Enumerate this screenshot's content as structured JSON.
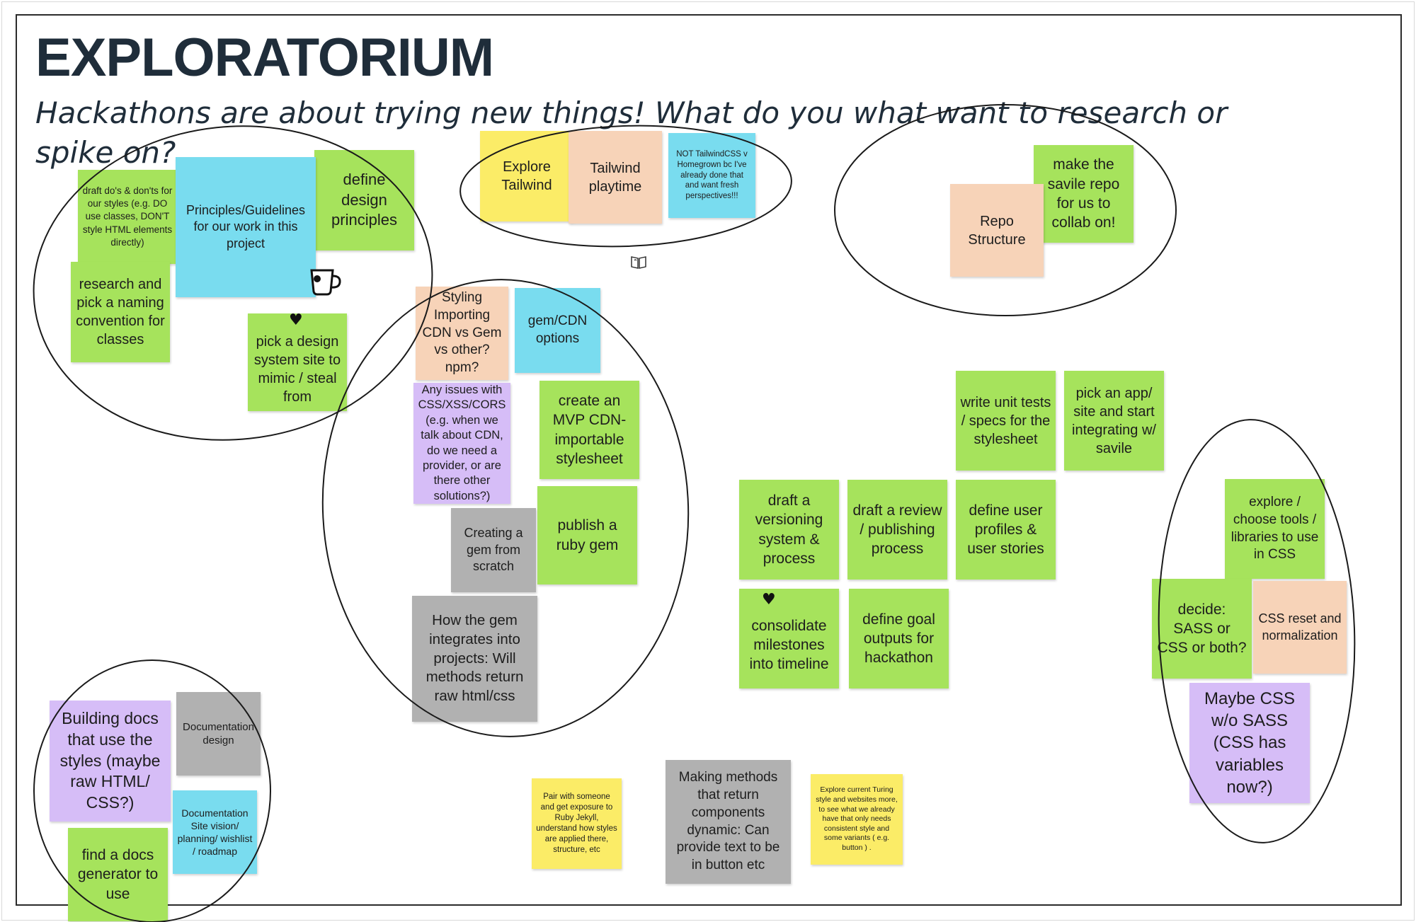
{
  "board": {
    "title": "EXPLORATORIUM",
    "subtitle": "Hackathons are about trying new things! What do you what want to research or spike on?"
  },
  "notes": {
    "draft_dos_donts": "draft do's & don'ts for our styles (e.g. DO use classes, DON'T style HTML elements directly)",
    "principles_guidelines": "Principles/Guidelines for our work in this project",
    "define_design_principles": "define design principles",
    "research_naming": "research and pick a naming convention for classes",
    "pick_design_system": "pick a design system site to mimic / steal from",
    "explore_tailwind": "Explore Tailwind",
    "tailwind_playtime": "Tailwind playtime",
    "not_tailwind": "NOT TailwindCSS v Homegrown bc I've already done that and want fresh perspectives!!!",
    "make_savile_repo": "make the savile repo for us to collab on!",
    "repo_structure": "Repo Structure",
    "styling_importing": "Styling Importing CDN vs Gem vs other? npm?",
    "gem_cdn_options": "gem/CDN options",
    "css_xss_cors": "Any issues with CSS/XSS/CORS (e.g. when we talk about CDN, do we need a provider, or are there other solutions?)",
    "mvp_cdn": "create an MVP CDN-importable stylesheet",
    "creating_gem": "Creating a gem from scratch",
    "publish_gem": "publish a ruby gem",
    "gem_integrates": "How the gem integrates into projects: Will methods return raw html/css",
    "write_unit_tests": "write unit tests / specs for the stylesheet",
    "pick_app_site": "pick an app/ site and start integrating w/ savile",
    "draft_versioning": "draft a versioning system & process",
    "draft_review": "draft a review / publishing process",
    "define_user_profiles": "define user profiles & user stories",
    "consolidate_milestones": "consolidate milestones into timeline",
    "define_goal_outputs": "define goal outputs for hackathon",
    "explore_choose_tools": "explore / choose tools / libraries to use in CSS",
    "decide_sass": "decide: SASS or CSS or both?",
    "css_reset": "CSS reset and normalization",
    "maybe_css": "Maybe CSS w/o SASS (CSS has variables now?)",
    "building_docs": "Building docs that use the styles (maybe raw HTML/ CSS?)",
    "documentation_design": "Documentation design",
    "documentation_site": "Documentation Site vision/ planning/ wishlist / roadmap",
    "find_docs_generator": "find a docs generator to use",
    "pair_with_someone": "Pair with someone and get exposure to Ruby Jekyll, understand how styles are applied there, structure, etc",
    "making_methods": "Making methods that return components dynamic: Can provide text to be in button etc",
    "explore_turing": "Explore current Turing style and websites more, to see what we already have that only needs consistent style and some variants ( e.g. button ) ."
  },
  "colors": {
    "green": "#a6e35c",
    "blue": "#79dcef",
    "yellow": "#fbec67",
    "peach": "#f7d3b8",
    "purple": "#d6bdf7",
    "gray": "#b1b1b1",
    "title": "#1f2d3a"
  },
  "icons": [
    "coffee-cup-icon",
    "heart-icon",
    "book-icon"
  ]
}
